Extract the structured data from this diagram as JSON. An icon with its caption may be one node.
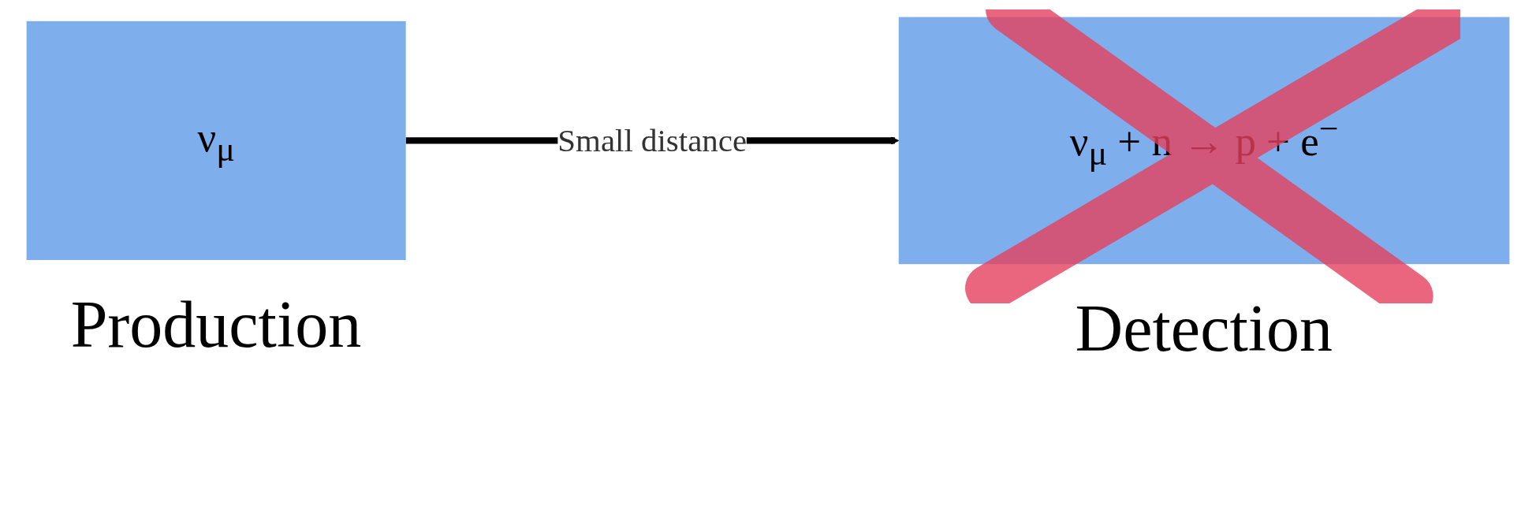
{
  "diagram": {
    "nodes": [
      {
        "text": [
          "ν$_{μ}$"
        ],
        "beside": [
          "Production"
        ]
      },
      {
        "text": [
          "ν$_{μ}$ + n → p + e$^{−}$"
        ],
        "beside": [
          "Detection"
        ]
      }
    ],
    "edges": [
      {
        "from": 0,
        "to": 1,
        "arrow": "to",
        "label": "Small distance"
      }
    ]
  }
}
